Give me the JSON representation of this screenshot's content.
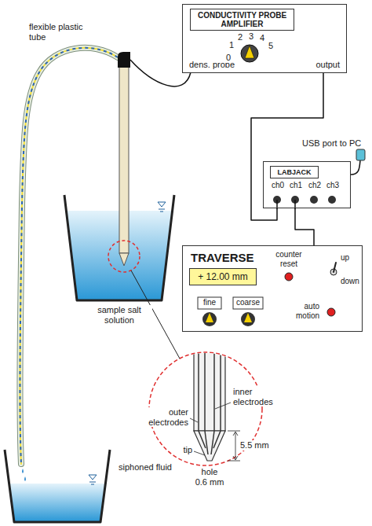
{
  "diagram": {
    "nodes": [
      {
        "text": [
          "dens. probe",
          "output"
        ]
      },
      {
        "text": [
          "CONDUCTIVITY PROBE AMPLIFIER"
        ],
        "in": 0
      },
      {
        "text": [
          "ch0",
          "ch1",
          "ch2",
          "ch3"
        ]
      },
      {
        "text": [
          "LABJACK"
        ],
        "in": 2
      },
      {
        "text": [
          "TRAVERSE"
        ]
      },
      {
        "text": [
          "+ 12.00 mm"
        ],
        "in": 4
      }
    ],
    "edges": [
      {
        "from": 0,
        "to": 2,
        "arrow": "none"
      },
      {
        "from": 4,
        "to": 2,
        "arrow": "none"
      }
    ],
    "labels": [
      "flexible plastic tube",
      "0",
      "1",
      "2",
      "3",
      "4",
      "5",
      "USB port to PC",
      "fine",
      "coarse",
      "counter reset",
      "up",
      "down",
      "auto motion",
      "sample salt solution",
      "siphoned fluid",
      "outer electrodes",
      "inner electrodes",
      "tip",
      "5.5 mm",
      "hole",
      "0.6 mm"
    ]
  }
}
